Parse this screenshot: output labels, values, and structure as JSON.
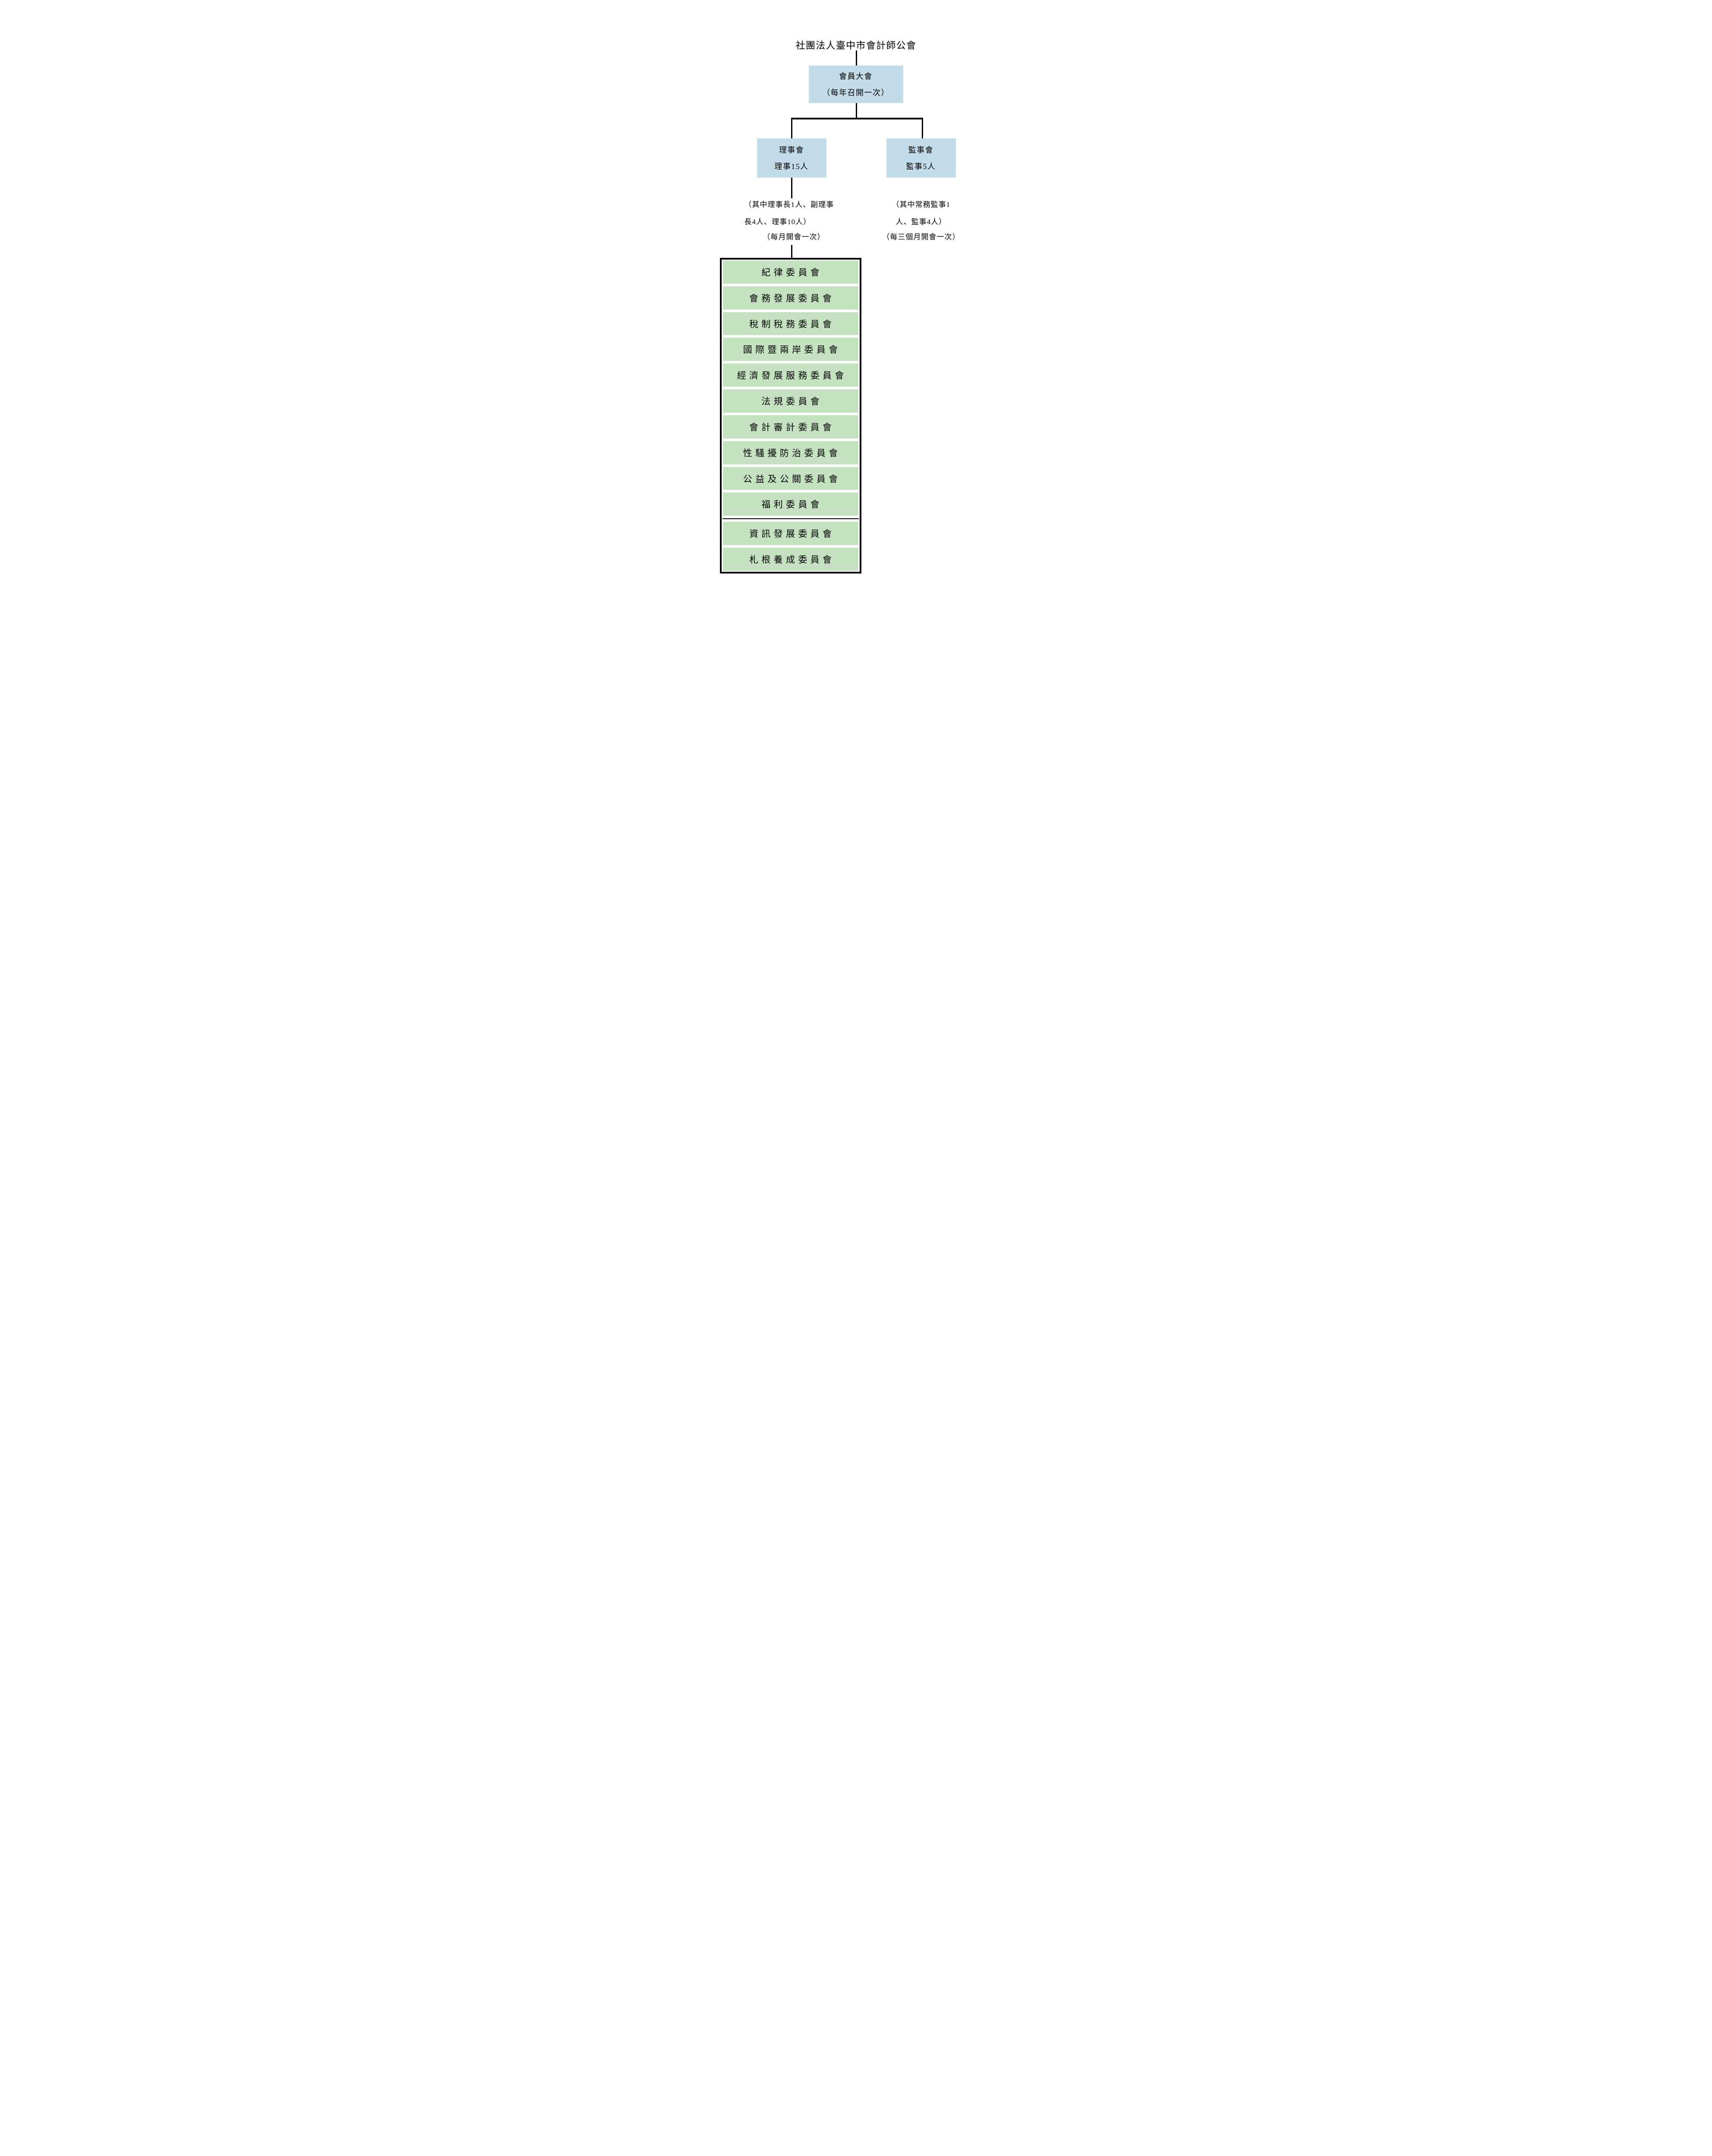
{
  "page": {
    "title": "社團法人臺中市會計師公會"
  },
  "org": {
    "assembly": {
      "name": "會員大會",
      "frequency": "（每年召開一次）"
    },
    "directors": {
      "name": "理事會",
      "count": "理事15人",
      "note_line1": "（其中理事長1人、副理事",
      "note_line2": "長4人、理事10人）",
      "meeting_note": "（每月開會一次）"
    },
    "supervisors": {
      "name": "監事會",
      "count": "監事5人",
      "note_line1": "（其中常務監事1",
      "note_line2": "人、監事4人）",
      "meeting_note": "（每三個月開會一次）"
    },
    "committees_group1": [
      "紀律委員會",
      "會務發展委員會",
      "稅制稅務委員會",
      "國際暨兩岸委員會",
      "經濟發展服務委員會",
      "法規委員會",
      "會計審計委員會",
      "性騷擾防治委員會",
      "公益及公關委員會",
      "福利委員會"
    ],
    "committees_group2": [
      "資訊發展委員會",
      "札根養成委員會"
    ]
  },
  "colors": {
    "box_blue": "#C3DCE9",
    "row_green": "#C4E2C0",
    "line_black": "#000000"
  }
}
